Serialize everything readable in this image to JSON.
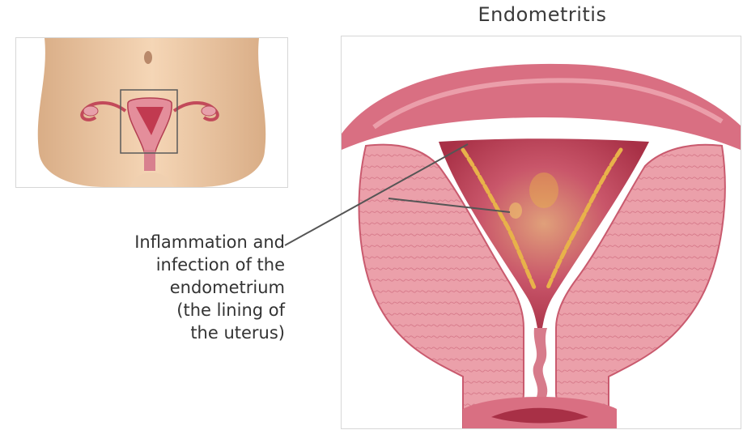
{
  "title": "Endometritis",
  "caption_lines": [
    "Inflammation and",
    "infection of the",
    "endometrium",
    "(the lining of",
    "the uterus)"
  ],
  "colors": {
    "skin": "#f1cfae",
    "uterus_wall": "#e89aa3",
    "cavity": "#c74a5c",
    "inflamed_lining": "#e8b24a",
    "frame_border": "#d7d7d7",
    "text": "#333333",
    "leader_line": "#555555"
  }
}
